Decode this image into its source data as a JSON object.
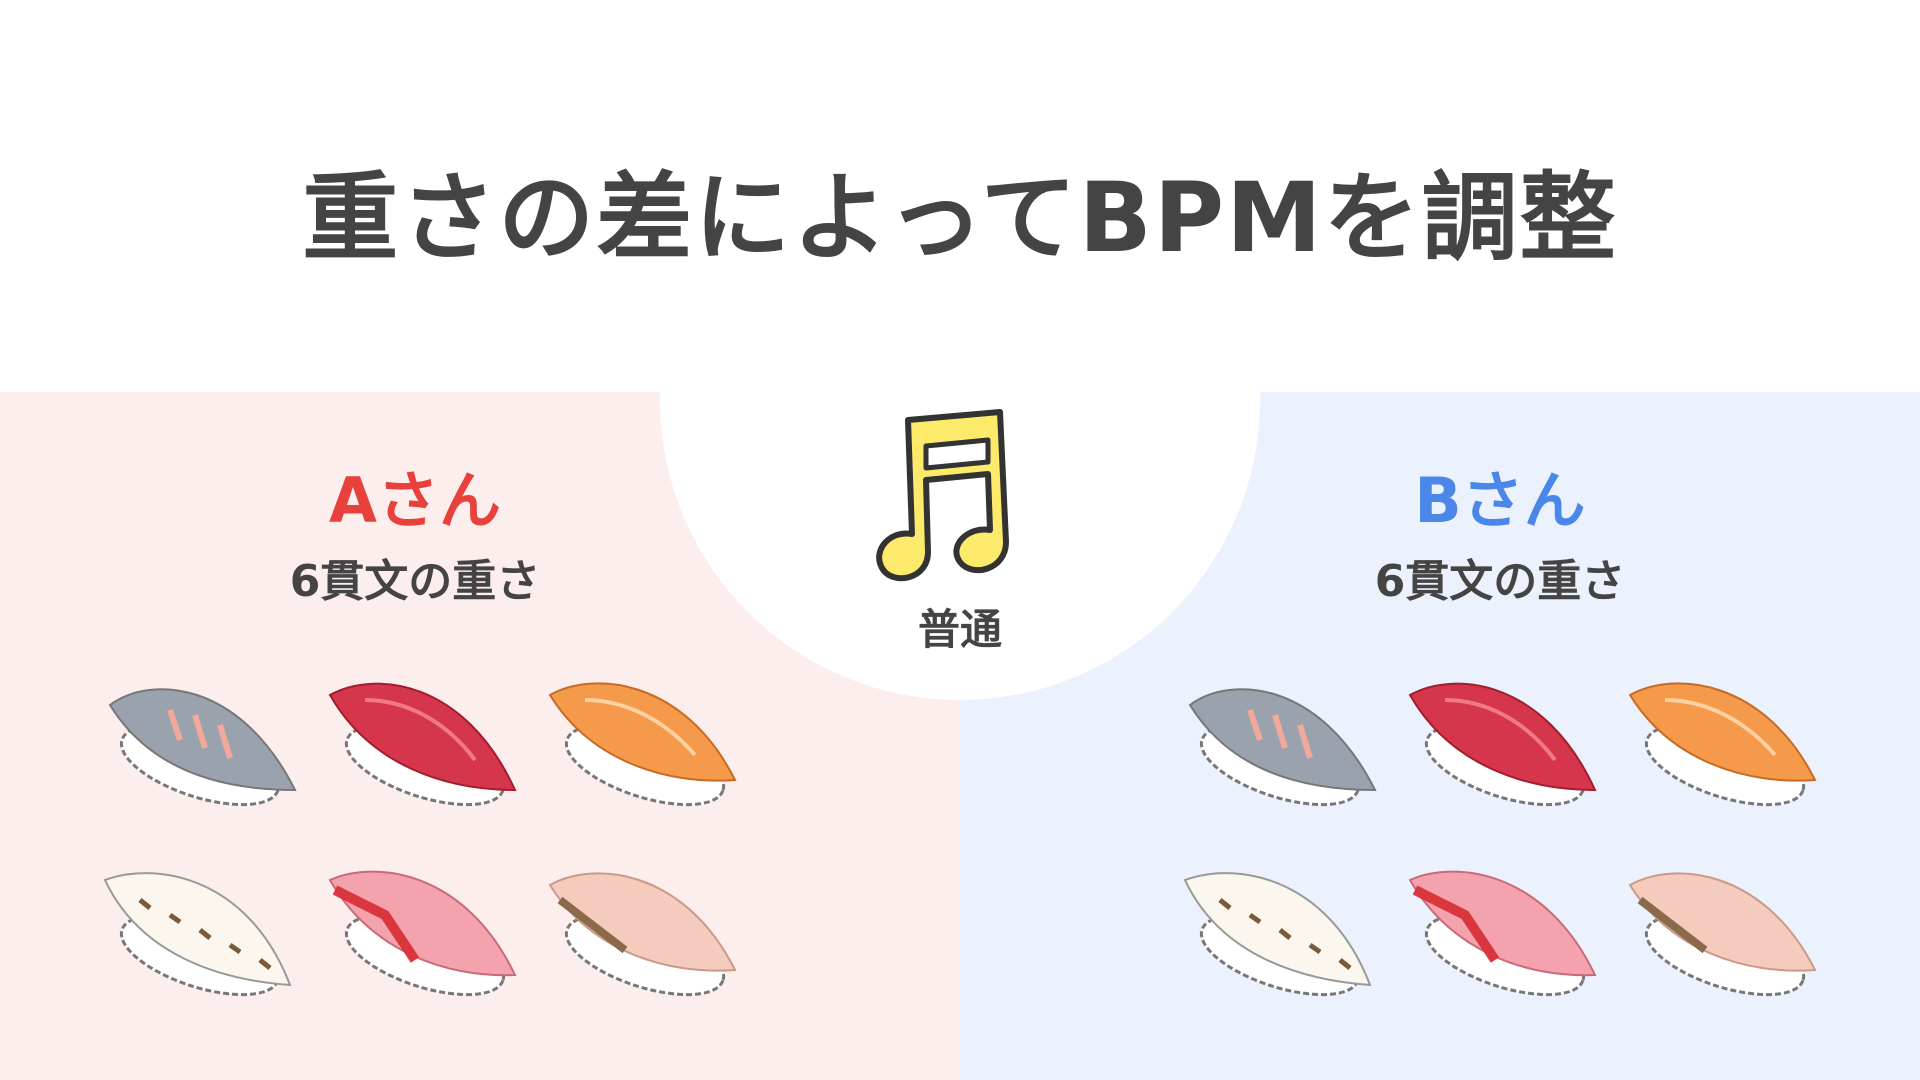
{
  "slide": {
    "title": "重さの差によってBPMを調整",
    "center_label": "普通"
  },
  "persons": {
    "a": {
      "name": "Aさん",
      "subtitle": "6貫文の重さ",
      "color": "#e8403a"
    },
    "b": {
      "name": "Bさん",
      "subtitle": "6貫文の重さ",
      "color": "#4a87e8"
    }
  },
  "icons": {
    "center": "music-note-icon",
    "sushi": [
      "aji-nigiri-icon",
      "maguro-nigiri-icon",
      "salmon-nigiri-icon",
      "ika-nigiri-icon",
      "toro-nigiri-icon",
      "buri-nigiri-icon"
    ]
  },
  "colors": {
    "panel_a_bg": "#fdeeee",
    "panel_b_bg": "#ecf2fd",
    "note": "#fde96a",
    "title": "#444444"
  }
}
